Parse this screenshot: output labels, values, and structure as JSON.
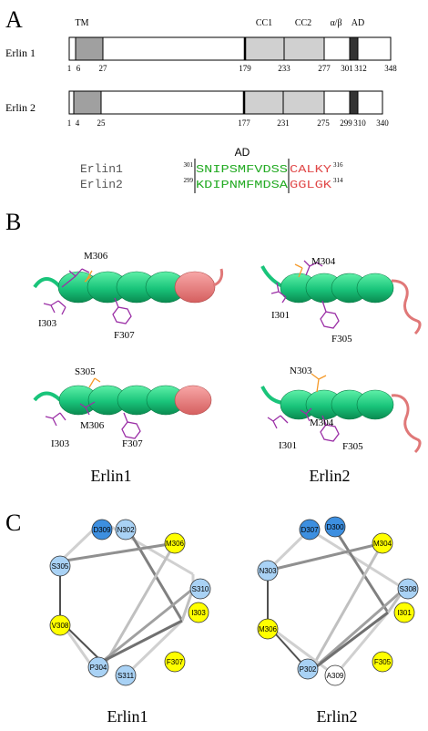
{
  "panel_a": {
    "letter": "A",
    "domain_labels": {
      "tm": "TM",
      "cc1": "CC1",
      "cc2": "CC2",
      "ab": "α/β",
      "ad": "AD"
    },
    "proteins": [
      {
        "name": "Erlin 1",
        "ticks": [
          "1",
          "6",
          "27",
          "179",
          "233",
          "277",
          "301",
          "312",
          "348"
        ]
      },
      {
        "name": "Erlin 2",
        "ticks": [
          "1",
          "4",
          "25",
          "177",
          "231",
          "275",
          "299",
          "310",
          "340"
        ]
      }
    ],
    "alignment": {
      "header": "AD",
      "rows": [
        {
          "name": "Erlin1",
          "start": "301",
          "green": "SNIPSMFVDSS",
          "red": "CALKY",
          "end": "316"
        },
        {
          "name": "Erlin2",
          "start": "299",
          "green": "KDIPNMFMDSA",
          "red": "GGLGK",
          "end": "314"
        }
      ]
    }
  },
  "panel_b": {
    "letter": "B",
    "residue_labels": {
      "top_left": [
        "M306",
        "I303",
        "F307"
      ],
      "top_right": [
        "M304",
        "I301",
        "F305"
      ],
      "bottom_left": [
        "S305",
        "M306",
        "I303",
        "F307"
      ],
      "bottom_right": [
        "N303",
        "M304",
        "I301",
        "F305"
      ]
    },
    "captions": [
      "Erlin1",
      "Erlin2"
    ]
  },
  "panel_c": {
    "letter": "C",
    "wheels": [
      {
        "caption": "Erlin1",
        "residues": [
          "D309",
          "N302",
          "M306",
          "S310",
          "I303",
          "F307",
          "S311",
          "P304",
          "V308",
          "S305"
        ]
      },
      {
        "caption": "Erlin2",
        "residues": [
          "D307",
          "D300",
          "M304",
          "S308",
          "I301",
          "F305",
          "A309",
          "P302",
          "M306",
          "N303"
        ]
      }
    ],
    "colors": {
      "acidic": "#3d8fe0",
      "polar": "#a9d2f5",
      "hydrophobic": "#ffff00",
      "other": "#ffffff"
    }
  },
  "colors": {
    "tm": "#a0a0a0",
    "cc": "#d0d0d0",
    "ad": "#333333",
    "green": "#1fbf74",
    "salmon": "#f08080",
    "purple": "#9b2fa6",
    "orange": "#f59a2a",
    "seq_green": "#22aa22",
    "seq_red": "#e04848"
  }
}
